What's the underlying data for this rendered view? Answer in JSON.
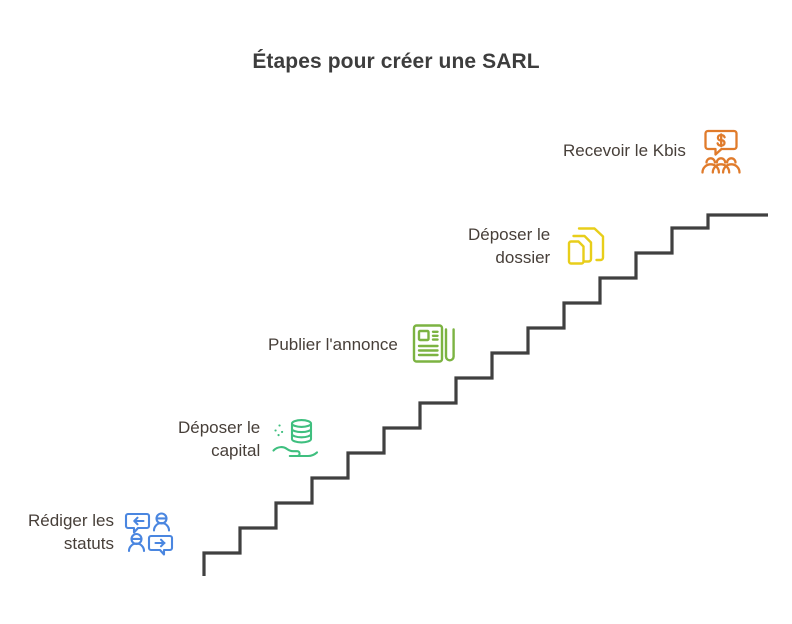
{
  "title": "Étapes pour créer une SARL",
  "background_color": "#ffffff",
  "title_color": "#3d3d3d",
  "label_color": "#473f39",
  "stair_color": "#404040",
  "steps": [
    {
      "index": 1,
      "label": "Rédiger les\nstatuts",
      "icon": "speech-bubbles-people-icon",
      "color": "#4a86e0"
    },
    {
      "index": 2,
      "label": "Déposer le\ncapital",
      "icon": "coins-on-hand-icon",
      "color": "#3fbf7f"
    },
    {
      "index": 3,
      "label": "Publier l'annonce",
      "icon": "newspaper-icon",
      "color": "#7cb342"
    },
    {
      "index": 4,
      "label": "Déposer le\ndossier",
      "icon": "stacked-documents-icon",
      "color": "#e8ce1a"
    },
    {
      "index": 5,
      "label": "Recevoir le Kbis",
      "icon": "money-speech-people-icon",
      "color": "#e07b2b"
    }
  ]
}
